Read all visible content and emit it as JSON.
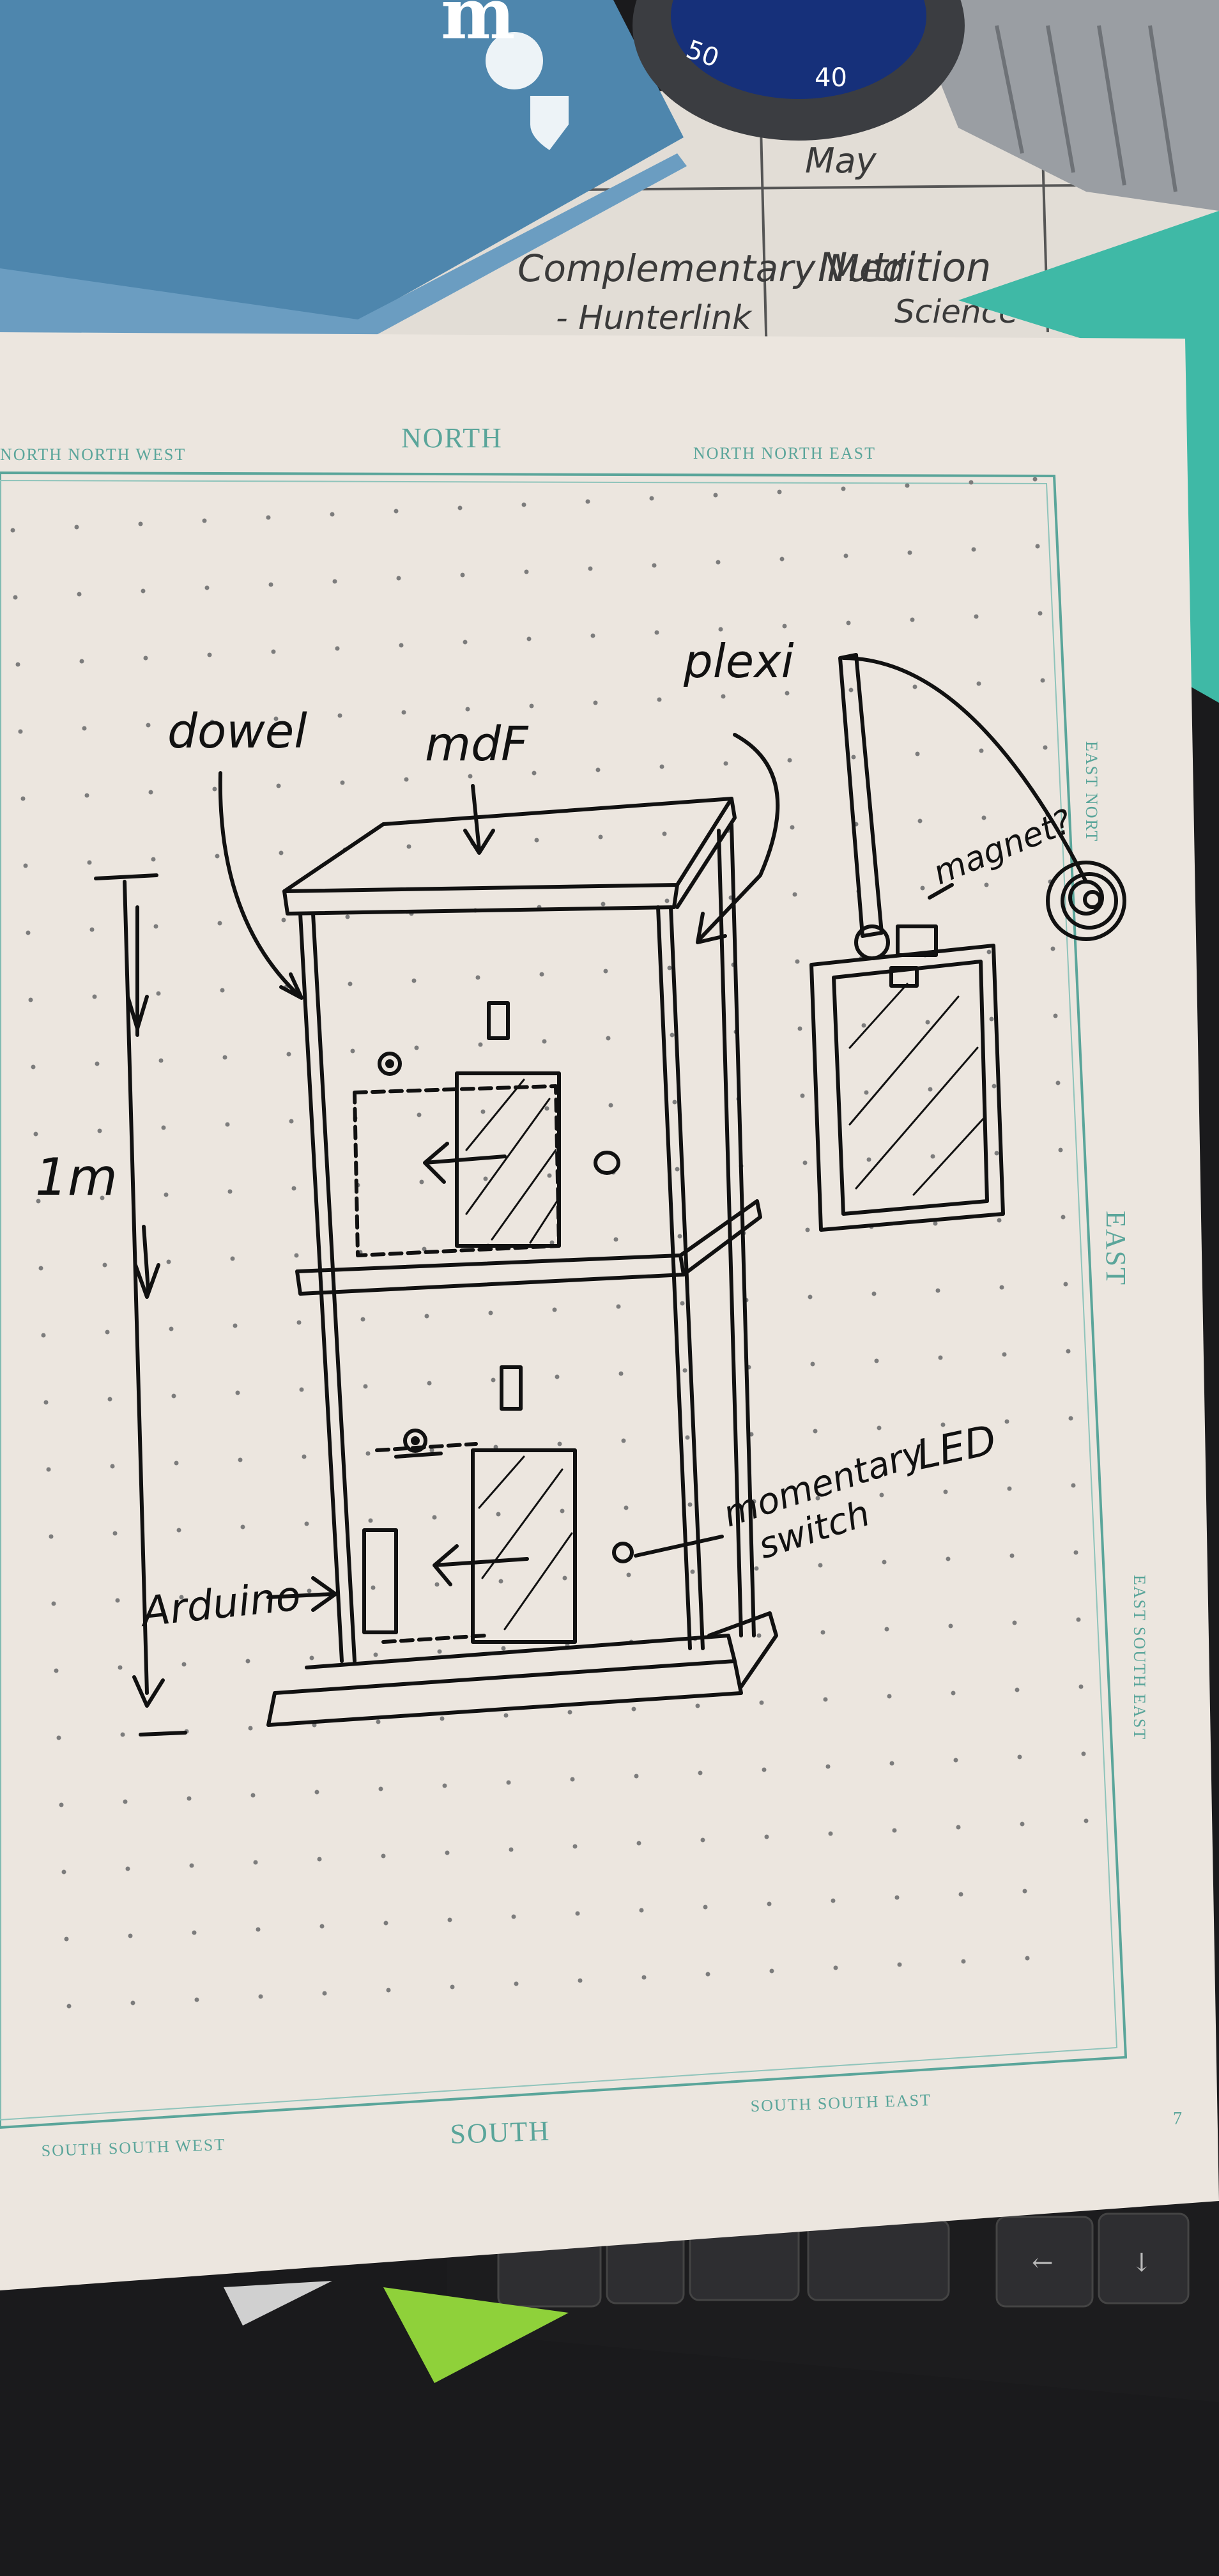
{
  "background": {
    "note_headings": [
      "Complementary Med",
      "- Hunterlink",
      "Nutrition",
      "Science"
    ],
    "note_fragment": "May",
    "watch_bezel": [
      "50",
      "40"
    ]
  },
  "notebook": {
    "compass": {
      "north": "NORTH",
      "north_north_west": "NORTH NORTH WEST",
      "north_north_east": "NORTH NORTH EAST",
      "east_north": "EAST NORT",
      "east": "EAST",
      "east_south_east": "EAST SOUTH EAST",
      "south": "SOUTH",
      "south_south_west": "SOUTH SOUTH WEST",
      "south_south_east": "SOUTH SOUTH EAST"
    },
    "page_number": "7"
  },
  "sketch": {
    "labels": {
      "dowel": "dowel",
      "mdf": "mdF",
      "plexi": "plexi",
      "magnet": "magnet?",
      "height": "1m",
      "arduino": "Arduino",
      "momentary": "momentary",
      "switch": "switch",
      "led": "LED"
    }
  },
  "colors": {
    "paper": "#ece6df",
    "compass_ink": "#5aa59a",
    "pen_ink": "#111111",
    "folder_blue": "#4e86ad",
    "keyboard": "#1c1c1e",
    "teal_sticky": "#3fb9a6",
    "green_sticky": "#8fd13a"
  }
}
